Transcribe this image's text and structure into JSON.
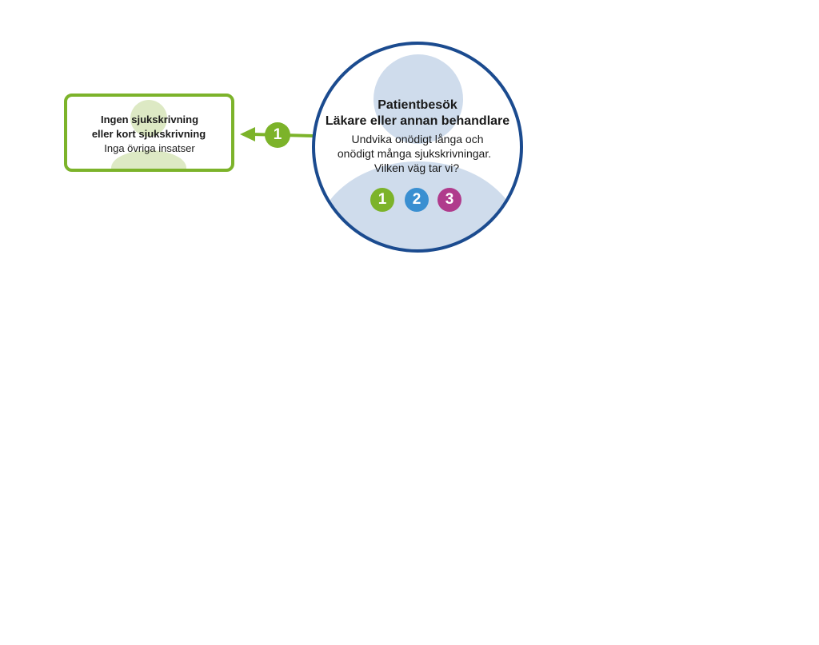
{
  "colors": {
    "green": "#7cb32a",
    "green_light": "#dde9c4",
    "blue_dark": "#1b4b8f",
    "blue_light": "#cfdcec",
    "blue_mid": "#3a8fd1",
    "magenta": "#b03b8c"
  },
  "outcome_box": {
    "line1": "Ingen sjukskrivning",
    "line2": "eller kort sjukskrivning",
    "line3": "Inga övriga insatser",
    "icon": "person-silhouette-icon"
  },
  "connector": {
    "badge": "1",
    "icon": "arrow-left-icon"
  },
  "visit": {
    "title": "Patientbesök",
    "subtitle": "Läkare eller annan behandlare",
    "body_line1": "Undvika onödigt långa och",
    "body_line2": "onödigt många sjukskrivningar.",
    "body_line3": "Vilken väg tar vi?",
    "icon": "person-silhouette-icon",
    "paths": [
      "1",
      "2",
      "3"
    ]
  }
}
